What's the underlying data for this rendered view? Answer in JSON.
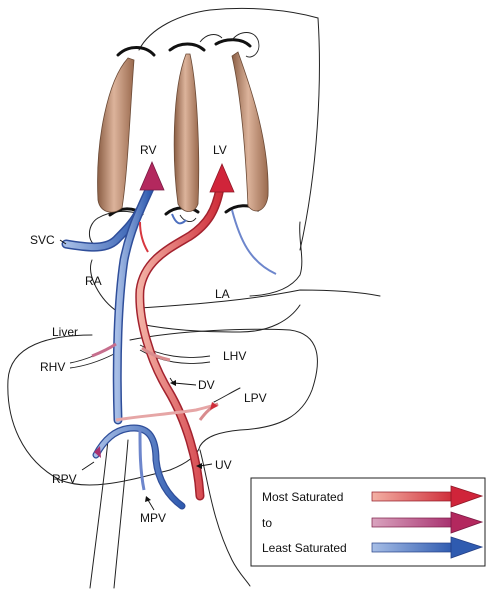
{
  "labels": {
    "rv": "RV",
    "lv": "LV",
    "svc": "SVC",
    "ra": "RA",
    "la": "LA",
    "liver": "Liver",
    "rhv": "RHV",
    "lhv": "LHV",
    "dv": "DV",
    "lpv": "LPV",
    "rpv": "RPV",
    "uv": "UV",
    "mpv": "MPV"
  },
  "legend": {
    "most": "Most Saturated",
    "to": "to",
    "least": "Least Saturated"
  },
  "colors": {
    "most_saturated": "#d7373f",
    "intermediate": "#b2527a",
    "least_saturated": "#3f64b2",
    "muscle": "#c9967a"
  }
}
